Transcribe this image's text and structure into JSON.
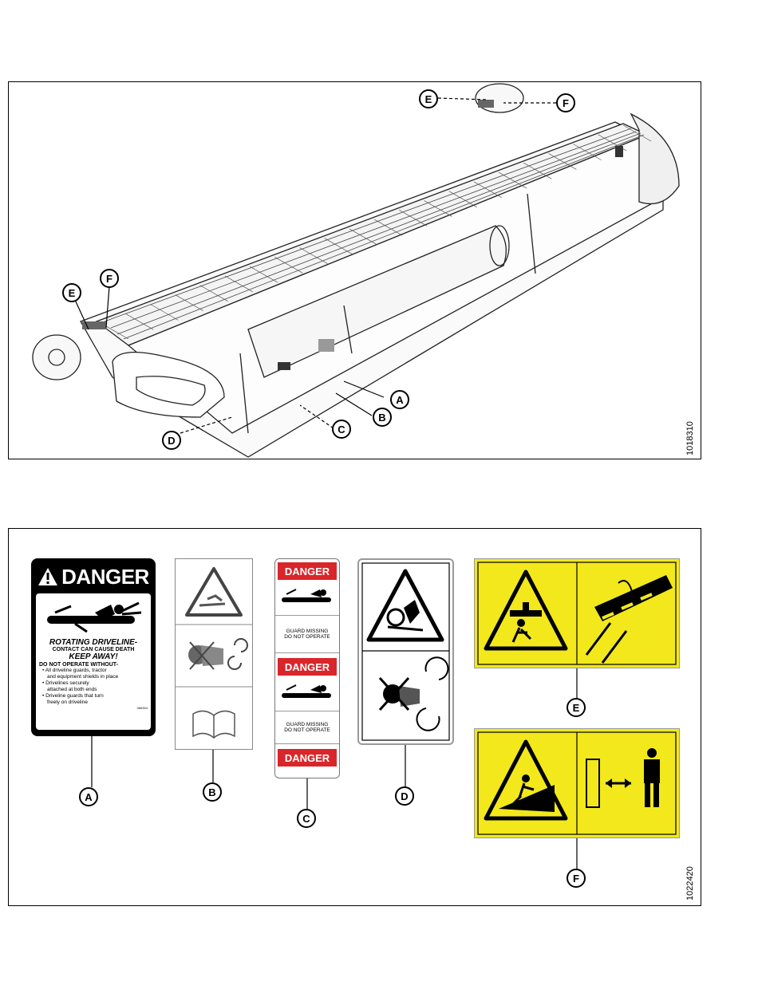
{
  "figures": {
    "top": {
      "id": "1018310",
      "callouts": [
        "A",
        "B",
        "C",
        "D",
        "E",
        "F",
        "E",
        "F"
      ]
    },
    "bottom": {
      "id": "1022420",
      "callouts": [
        "A",
        "B",
        "C",
        "D",
        "E",
        "F"
      ]
    }
  },
  "decal_a": {
    "header": "DANGER",
    "line1": "ROTATING DRIVELINE-",
    "line2": "CONTACT CAN CAUSE DEATH",
    "line3": "KEEP AWAY!",
    "line4": "DO NOT OPERATE WITHOUT-",
    "bullets": [
      "All driveline guards, tractor",
      "and equipment shields in place",
      "Drivelines securely",
      "attached at both ends",
      "Driveline guards that turn",
      "freely on driveline"
    ],
    "part_no": "066304"
  },
  "decal_c": {
    "header": "DANGER",
    "guard_line1": "GUARD MISSING",
    "guard_line2": "DO NOT OPERATE"
  },
  "colors": {
    "danger_red": "#d9262a",
    "warning_yellow": "#f2e81c",
    "black": "#000000"
  }
}
